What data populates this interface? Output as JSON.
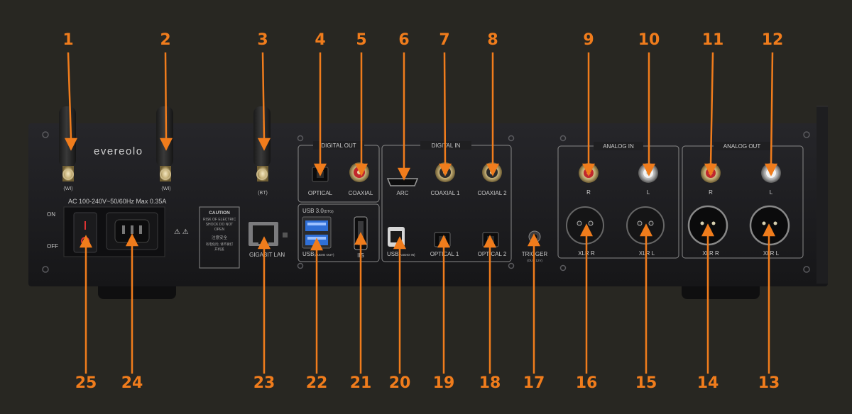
{
  "brand": "evereolo",
  "power": {
    "rating": "AC 100-240V~50/60Hz Max 0.35A",
    "on_label": "ON",
    "off_label": "OFF",
    "warning_symbols": "⚠ ⚠"
  },
  "antenna_tags": [
    "(WI)",
    "(WI)",
    "(BT)"
  ],
  "caution": {
    "title": "CAUTION",
    "lines": [
      "RISK OF ELECTRIC",
      "SHOCK DO NOT",
      "OPEN"
    ],
    "cn_title": "注意安全",
    "cn_lines": [
      "有电危险, 请不要打",
      "开机盖"
    ]
  },
  "lan_label": "GIGABIT LAN",
  "groups": {
    "digital_out": "DIGITAL OUT",
    "digital_in": "DIGITAL IN",
    "analog_in": "ANALOG IN",
    "analog_out": "ANALOG OUT"
  },
  "ports": {
    "optical_out": "OPTICAL",
    "coaxial_out": "COAXIAL",
    "arc": "ARC",
    "coaxial1": "COAXIAL 1",
    "coaxial2": "COAXIAL 2",
    "usb3": "USB 3.0",
    "usb3_sub": "(DTG)",
    "usb_audio_out": "USB",
    "usb_audio_out_sub": "(AUDIO OUT)",
    "iis": "IIS",
    "usb_audio_in": "USB",
    "usb_audio_in_sub": "(AUDIO IN)",
    "optical1": "OPTICAL 1",
    "optical2": "OPTICAL 2",
    "trigger": "TRIGGER",
    "trigger_sub": "(OUT 12V)",
    "ain_r": "R",
    "ain_l": "L",
    "xlr_in_r": "XLR R",
    "xlr_in_l": "XLR L",
    "aout_r": "R",
    "aout_l": "L",
    "xlr_out_r": "XLR R",
    "xlr_out_l": "XLR L"
  },
  "callouts_top": [
    "1",
    "2",
    "3",
    "4",
    "5",
    "6",
    "7",
    "8",
    "9",
    "10",
    "11",
    "12"
  ],
  "callouts_bottom": [
    "25",
    "24",
    "23",
    "22",
    "21",
    "20",
    "19",
    "18",
    "17",
    "16",
    "15",
    "14",
    "13"
  ],
  "colors": {
    "background": "#282722",
    "callout": "#f07c1c",
    "chassis": "#1c1c1d",
    "panel_text": "#c9c9c9"
  }
}
